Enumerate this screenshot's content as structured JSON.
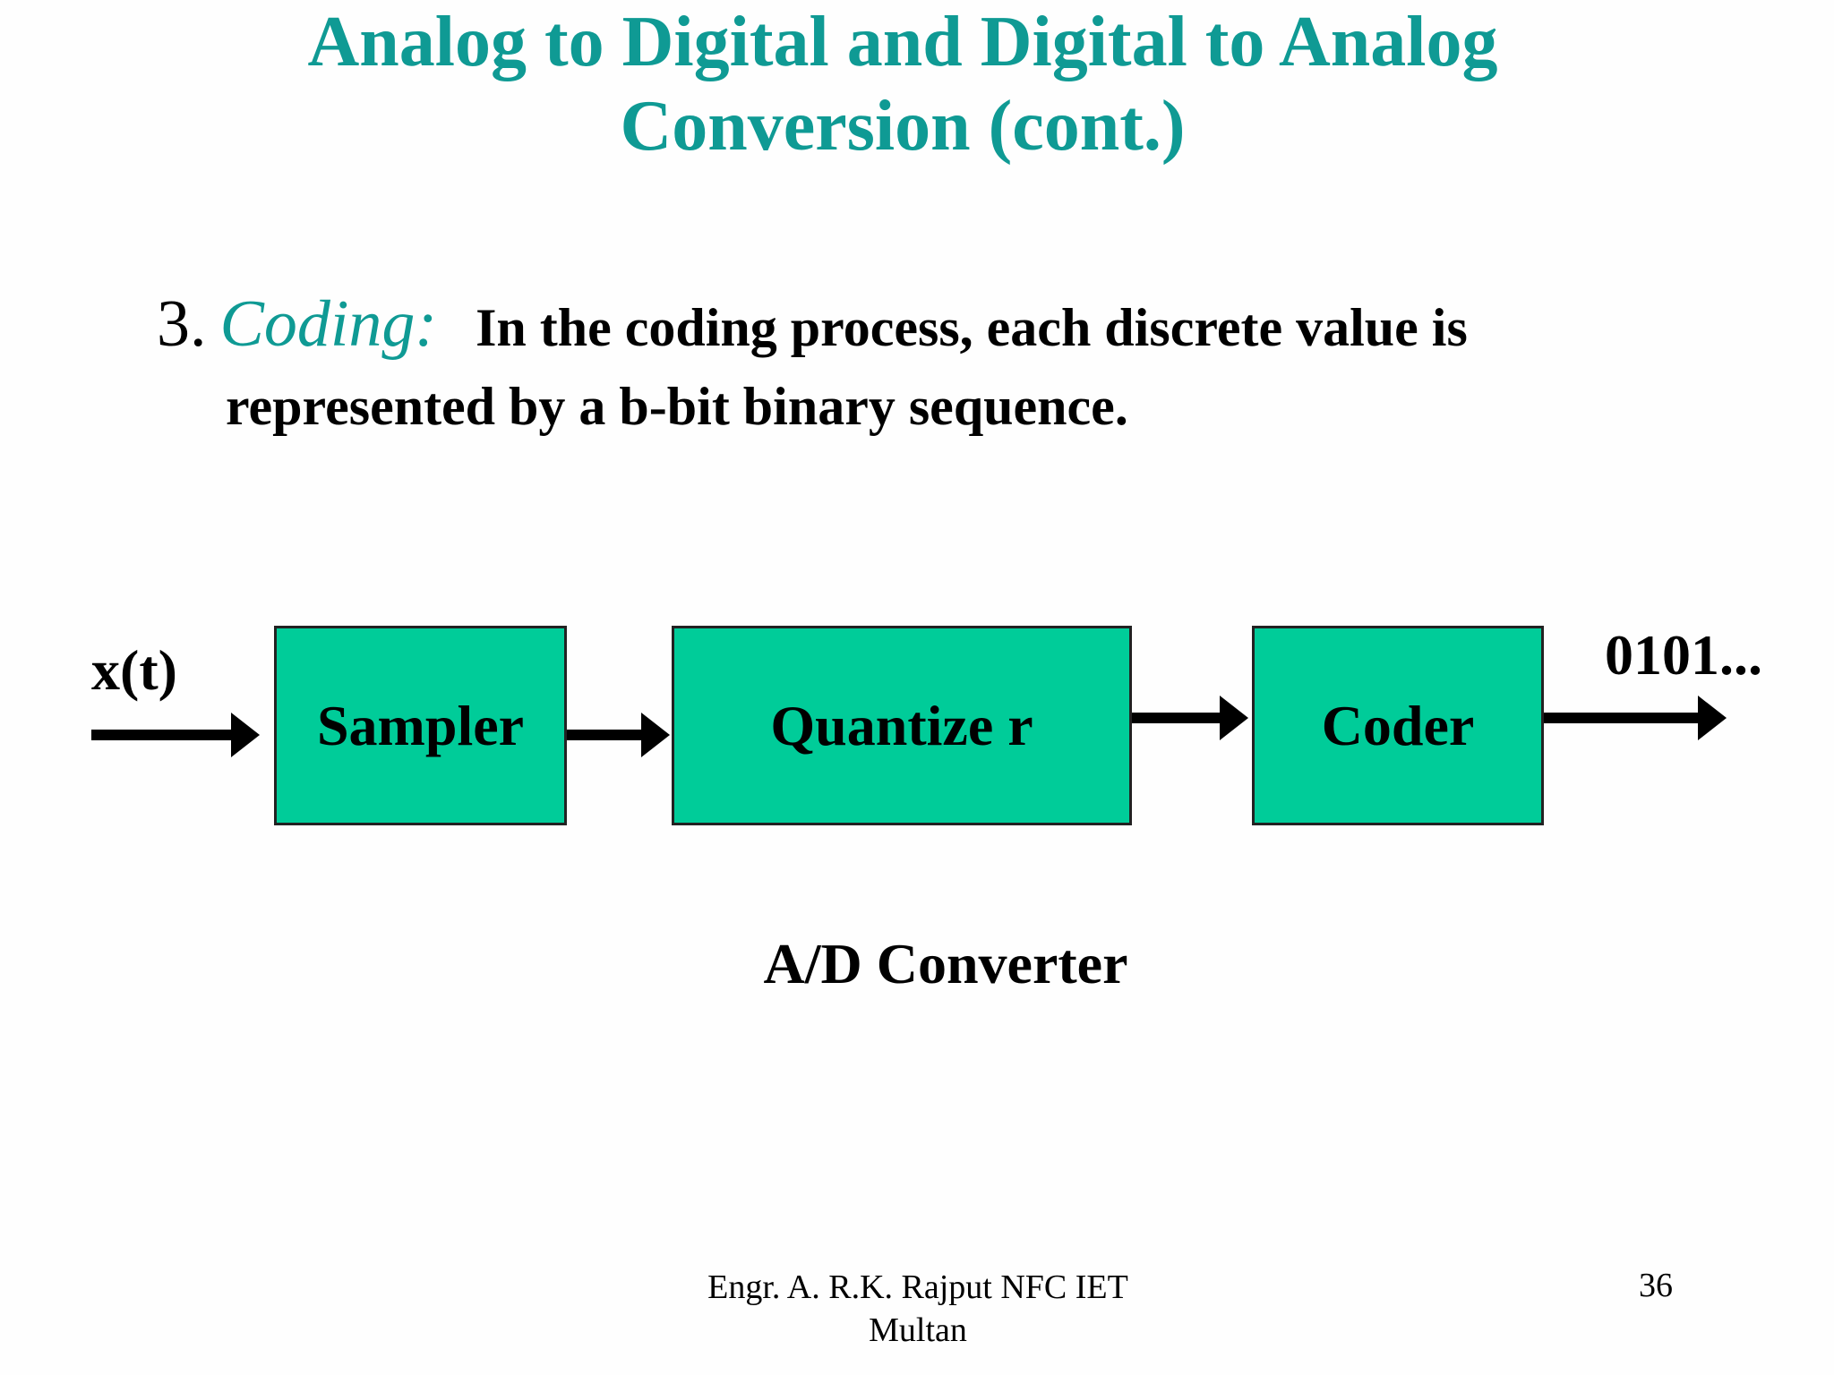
{
  "slide": {
    "title_line1": "Analog to Digital and Digital to Analog",
    "title_line2": "Conversion (cont.)",
    "bullet": {
      "number": "3.",
      "term": "Coding:",
      "text_line1": "In the coding process, each discrete value is",
      "text_line2": "represented by a b-bit binary sequence."
    },
    "diagram": {
      "input_label": "x(t)",
      "blocks": [
        {
          "label": "Sampler"
        },
        {
          "label": "Quantize r"
        },
        {
          "label": "Coder"
        }
      ],
      "output_label": "0101...",
      "caption": "A/D Converter",
      "block_color": "#00cc99"
    },
    "footer": {
      "author_line1": "Engr. A. R.K. Rajput NFC IET",
      "author_line2": "Multan",
      "page_number": "36"
    },
    "colors": {
      "title": "#0f9a94",
      "background": "#fefefe"
    }
  }
}
